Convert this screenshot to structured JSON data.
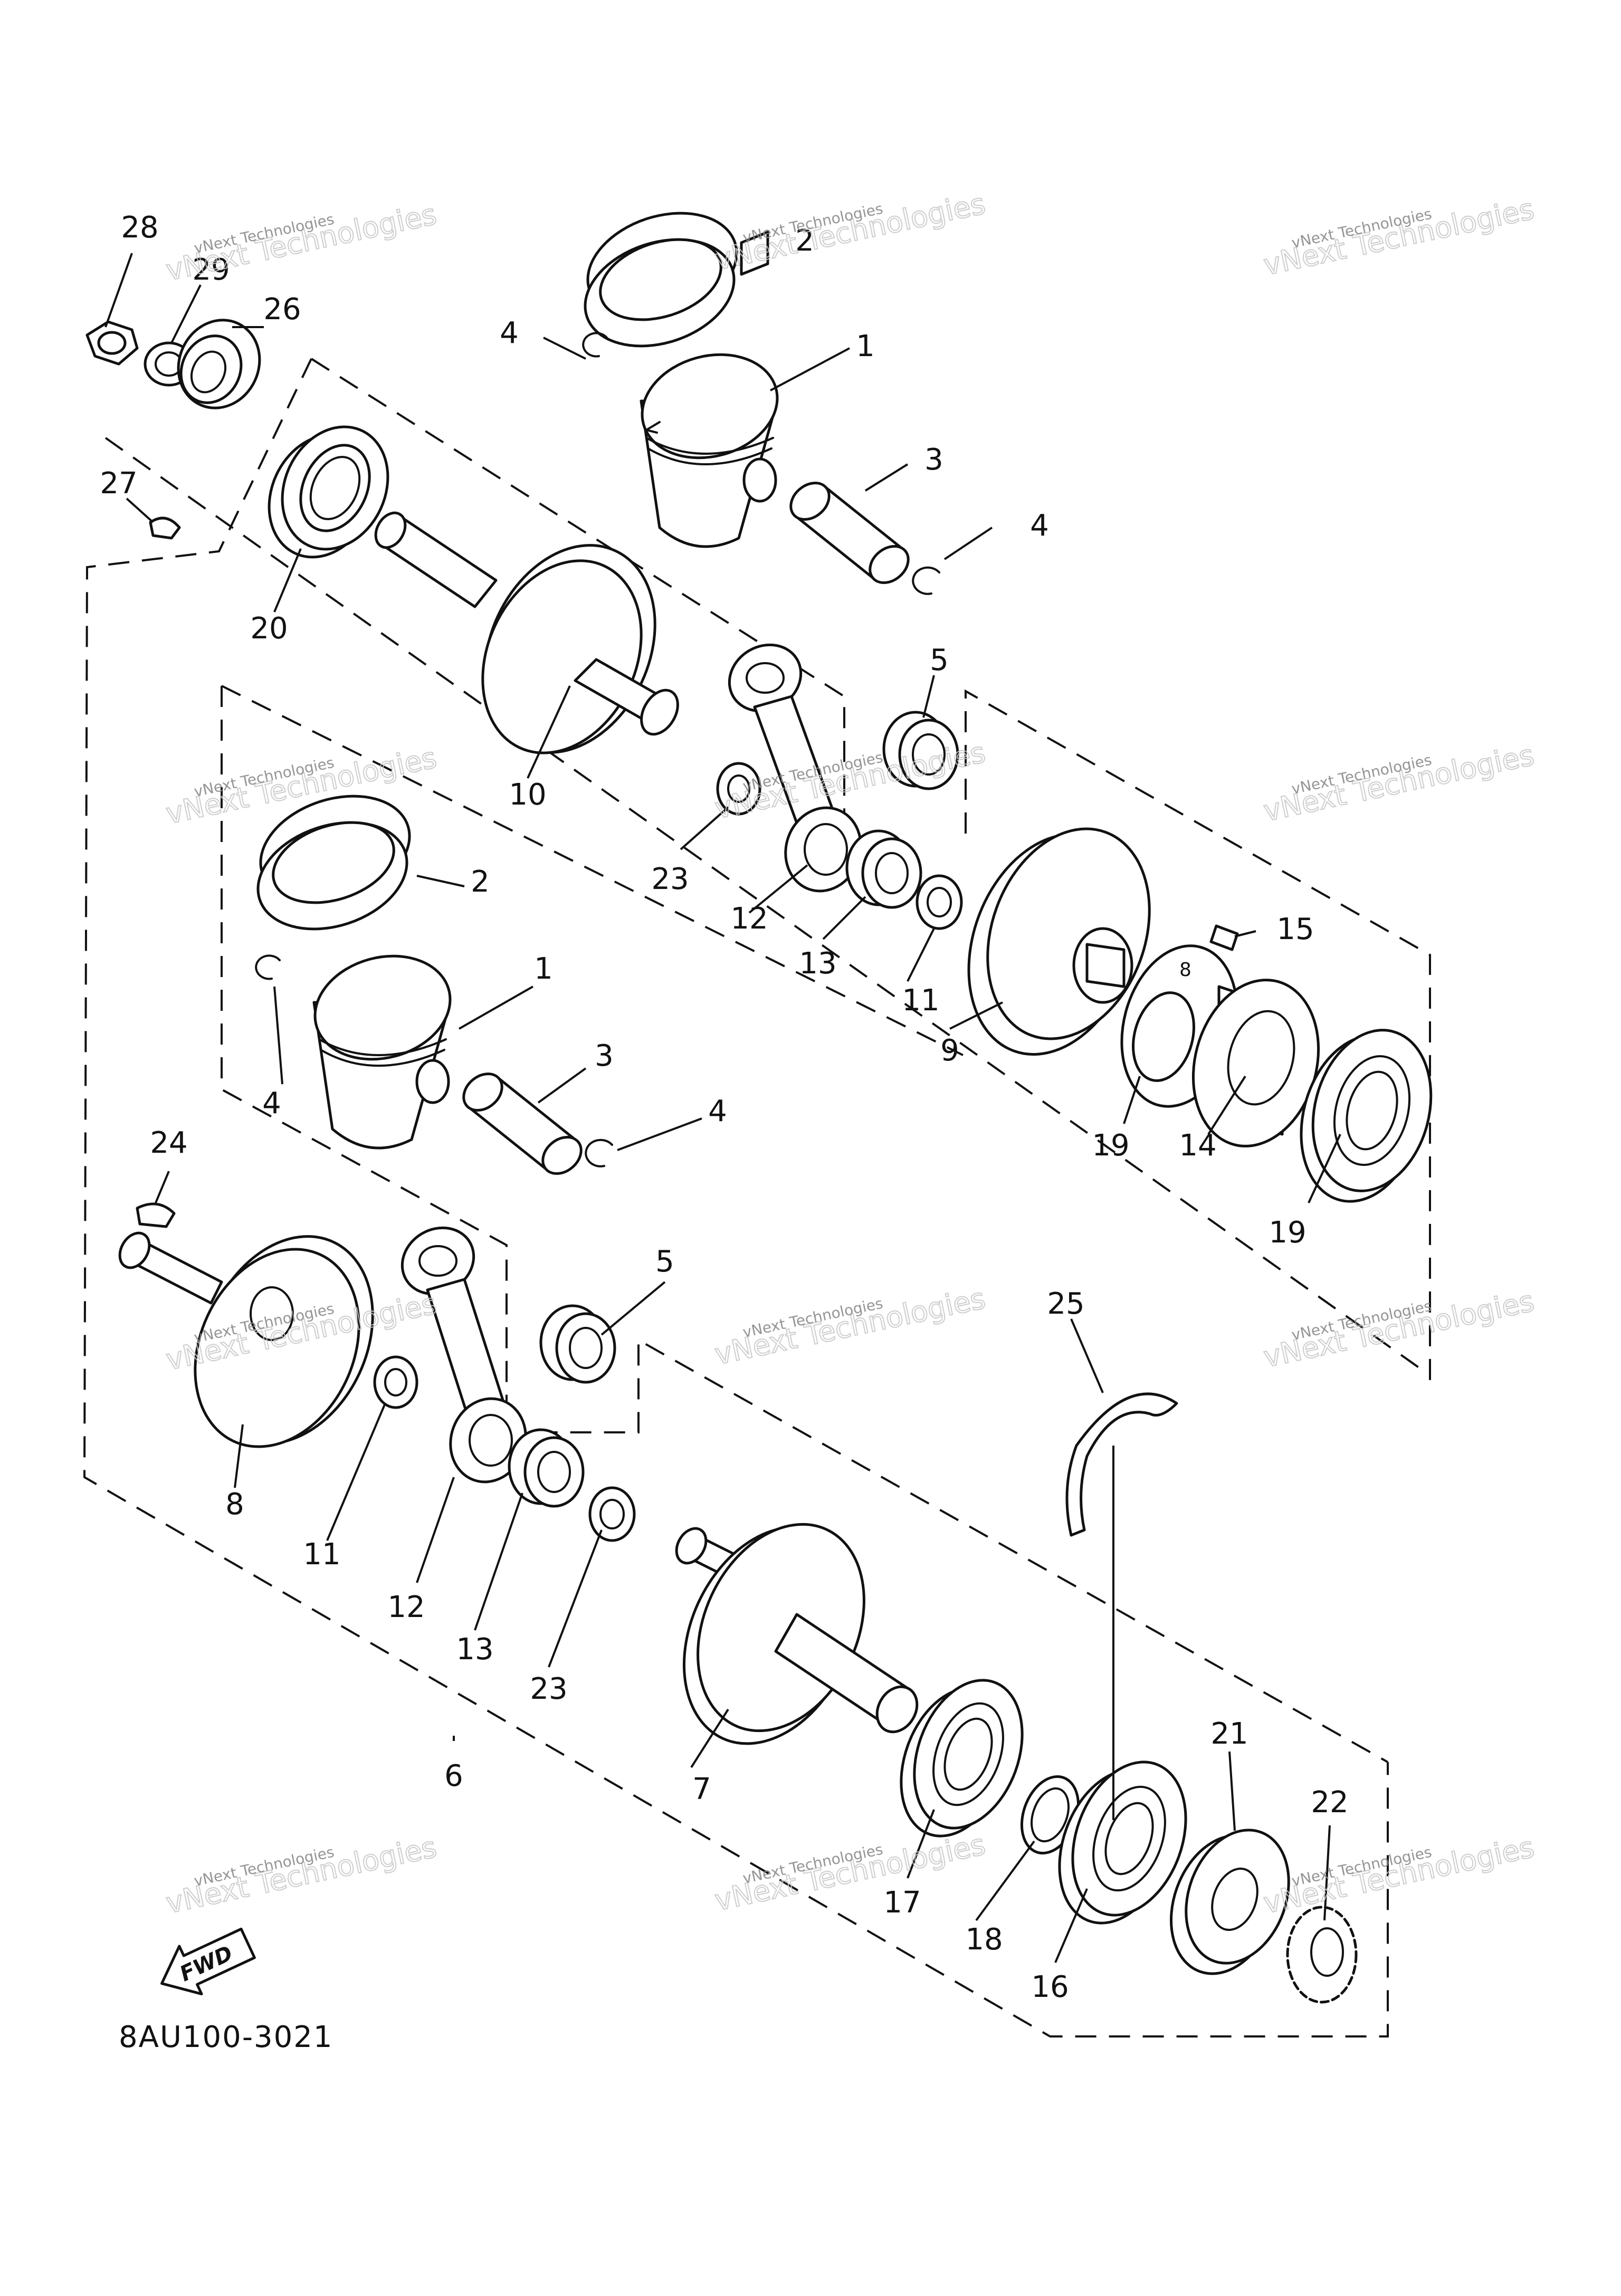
{
  "diagram": {
    "code": "8AU100-3021",
    "fwd_label": "FWD",
    "callouts": [
      "28",
      "29",
      "26",
      "27",
      "20",
      "4",
      "2",
      "1",
      "3",
      "4",
      "10",
      "5",
      "23",
      "12",
      "13",
      "11",
      "9",
      "15",
      "2",
      "1",
      "4",
      "3",
      "4",
      "19",
      "14",
      "19",
      "24",
      "5",
      "25",
      "8",
      "11",
      "12",
      "13",
      "23",
      "6",
      "7",
      "21",
      "22",
      "17",
      "18",
      "16"
    ],
    "watermark": {
      "line1": "vNext Technologies",
      "line2": "vNext Technologies"
    },
    "inner_label": "8"
  }
}
